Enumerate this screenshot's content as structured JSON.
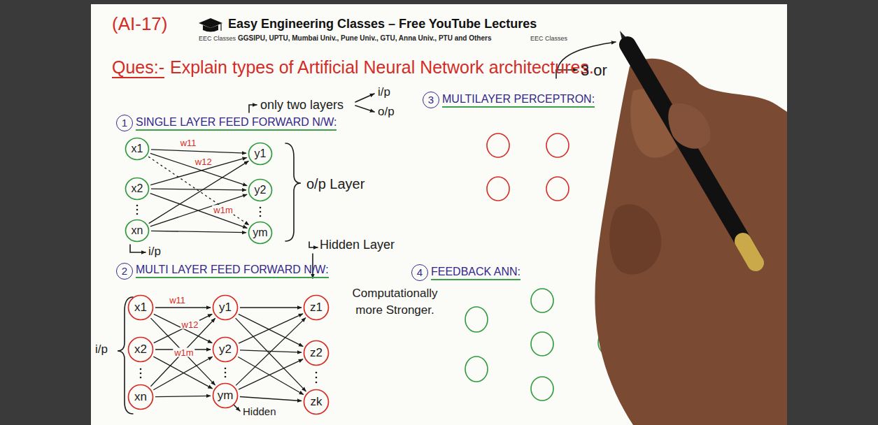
{
  "diagram": {
    "nodes": [
      {
        "text": [
          "x1"
        ]
      },
      {
        "text": [
          "x2"
        ]
      },
      {
        "text": [
          "xn"
        ]
      },
      {
        "text": [
          "y1"
        ]
      },
      {
        "text": [
          "y2"
        ]
      },
      {
        "text": [
          "ym"
        ]
      },
      {
        "text": [
          "x1"
        ]
      },
      {
        "text": [
          "x2"
        ]
      },
      {
        "text": [
          "xn"
        ]
      },
      {
        "text": [
          "y1"
        ]
      },
      {
        "text": [
          "y2"
        ]
      },
      {
        "text": [
          "ym"
        ]
      },
      {
        "text": [
          "z1"
        ]
      },
      {
        "text": [
          "z2"
        ]
      },
      {
        "text": [
          "zk"
        ]
      }
    ],
    "edges": [
      {
        "from": 0,
        "to": 3,
        "arrow": "to",
        "label": "w11"
      },
      {
        "from": 0,
        "to": 4,
        "arrow": "to",
        "label": "w12"
      },
      {
        "from": 0,
        "to": 5,
        "arrow": "to",
        "label": "w1m"
      },
      {
        "from": 1,
        "to": 3,
        "arrow": "to"
      },
      {
        "from": 1,
        "to": 4,
        "arrow": "to"
      },
      {
        "from": 1,
        "to": 5,
        "arrow": "to"
      },
      {
        "from": 2,
        "to": 3,
        "arrow": "to"
      },
      {
        "from": 2,
        "to": 4,
        "arrow": "to"
      },
      {
        "from": 2,
        "to": 5,
        "arrow": "to"
      },
      {
        "from": 6,
        "to": 9,
        "arrow": "to",
        "label": "w11"
      },
      {
        "from": 6,
        "to": 10,
        "arrow": "to",
        "label": "w12"
      },
      {
        "from": 6,
        "to": 11,
        "arrow": "to",
        "label": "w1m"
      },
      {
        "from": 7,
        "to": 9,
        "arrow": "to"
      },
      {
        "from": 7,
        "to": 10,
        "arrow": "to"
      },
      {
        "from": 7,
        "to": 11,
        "arrow": "to"
      },
      {
        "from": 8,
        "to": 9,
        "arrow": "to"
      },
      {
        "from": 8,
        "to": 10,
        "arrow": "to"
      },
      {
        "from": 8,
        "to": 11,
        "arrow": "to"
      },
      {
        "from": 9,
        "to": 12,
        "arrow": "to"
      },
      {
        "from": 9,
        "to": 13,
        "arrow": "to"
      },
      {
        "from": 9,
        "to": 14,
        "arrow": "to"
      },
      {
        "from": 10,
        "to": 12,
        "arrow": "to"
      },
      {
        "from": 10,
        "to": 13,
        "arrow": "to"
      },
      {
        "from": 10,
        "to": 14,
        "arrow": "to"
      },
      {
        "from": 11,
        "to": 12,
        "arrow": "to"
      },
      {
        "from": 11,
        "to": 13,
        "arrow": "to"
      },
      {
        "from": 11,
        "to": 14,
        "arrow": "to"
      }
    ],
    "labels": [
      "(AI-17)",
      "Easy Engineering Classes – Free YouTube Lectures",
      "EEC Classes",
      "GGSIPU, UPTU, Mumbai Univ., Pune Univ., GTU, Anna Univ., PTU and Others",
      "EEC Classes",
      "Ques:-",
      "Explain types of Artificial Neural Network architectures.",
      "3 or",
      "only two layers",
      "i/p",
      "o/p",
      "1",
      "SINGLE LAYER FEED FORWARD N/W:",
      "3",
      "MULTILAYER PERCEPTRON:",
      "o/p Layer",
      "i/p",
      "Hidden Layer",
      "Computationally more Stronger.",
      "2",
      "MULTI LAYER FEED FORWARD N/W:",
      "4",
      "FEEDBACK ANN:",
      "i/p",
      "Hidden"
    ]
  }
}
